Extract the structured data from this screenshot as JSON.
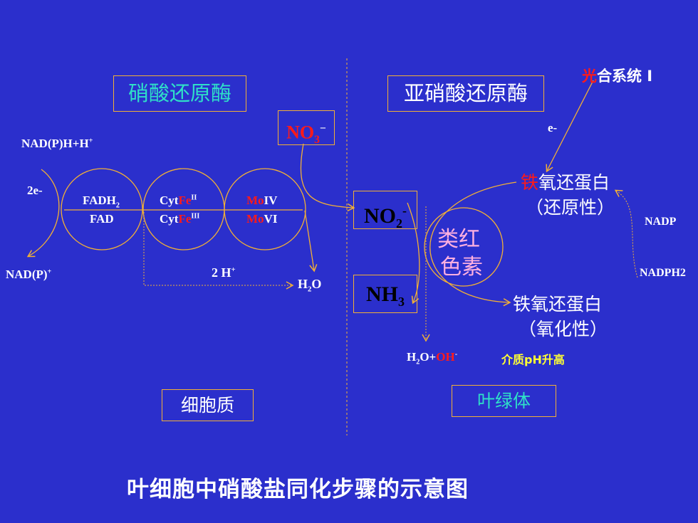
{
  "colors": {
    "background": "#2b2fcc",
    "line": "#f2b036",
    "teal": "#2fe0c8",
    "red": "#ff1a1a",
    "yellow": "#ffff33",
    "pink": "#ffb0e0"
  },
  "left": {
    "enzyme_label": "硝酸还原酶",
    "nadph_in": "NAD(P)H+H",
    "nadph_in_sup": "+",
    "two_e": "2e-",
    "nadp_out": "NAD(P)",
    "nadp_out_sup": "+",
    "circle1_top": "FADH",
    "circle1_top_sub": "2",
    "circle1_bottom": "FAD",
    "circle2_top_prefix": "Cyt",
    "circle2_top_fe": "Fe",
    "circle2_top_sup": "II",
    "circle2_bottom_prefix": "Cyt",
    "circle2_bottom_fe": "Fe",
    "circle2_bottom_sup": "III",
    "circle3_top_mo": "Mo",
    "circle3_top_suffix": "IV",
    "circle3_bottom_mo": "Mo",
    "circle3_bottom_suffix": "VI",
    "proton_label": "2 H",
    "proton_sup": "+",
    "water_h": "H",
    "water_sub": "2",
    "water_o": "O",
    "compartment": "细胞质"
  },
  "nitrate": {
    "text": "NO",
    "sub": "3",
    "sup": "−"
  },
  "right": {
    "enzyme_label": "亚硝酸还原酶",
    "photosystem_guang": "光",
    "photosystem_rest": "合系统 I",
    "e_minus": "e-",
    "ferredoxin_red_fe": "铁",
    "ferredoxin_red_rest": "氧还蛋白",
    "ferredoxin_red_state": "（还原性）",
    "ferredoxin_ox_line1": "铁氧还蛋白",
    "ferredoxin_ox_line2": "（氧化性）",
    "nadp": "NADP",
    "nadph2": "NADPH2",
    "nitrite": "NO",
    "nitrite_sub": "2",
    "nitrite_sup": "-",
    "ammonia": "NH",
    "ammonia_sub": "3",
    "siroheme_line1": "类红",
    "siroheme_line2": "色素",
    "product_h": "H",
    "product_sub": "2",
    "product_o": "O+",
    "product_oh": "OH",
    "product_sup": "-",
    "ph_note": "介质pH升高",
    "compartment": "叶绿体"
  },
  "title": "叶细胞中硝酸盐同化步骤的示意图"
}
